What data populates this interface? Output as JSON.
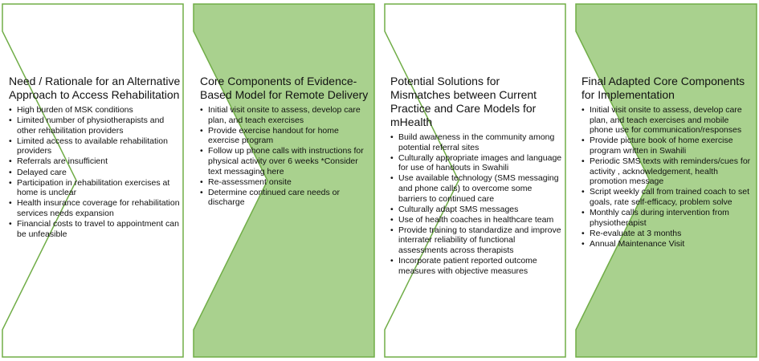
{
  "colors": {
    "white_fill": "#ffffff",
    "green_fill": "#a9d18e",
    "stroke": "#70ad47"
  },
  "panels": [
    {
      "title": "Need / Rationale for an Alternative Approach to Access Rehabilitation",
      "fill": "white",
      "items": [
        "High burden of MSK conditions",
        "Limited number of physiotherapists and other rehabilitation providers",
        "Limited access to available rehabilitation providers",
        "Referrals are insufficient",
        "Delayed care",
        "Participation in rehabilitation exercises at home is unclear",
        "Health insurance coverage for rehabilitation services needs expansion",
        "Financial costs to travel to appointment can be unfeasible"
      ]
    },
    {
      "title": "Core Components of Evidence-Based Model for Remote Delivery",
      "fill": "green",
      "items": [
        "Initial visit onsite to assess, develop care plan, and teach exercises",
        "Provide exercise handout for home exercise program",
        "Follow up phone calls with instructions for physical activity over 6 weeks *Consider text messaging here",
        "Re-assessment onsite",
        "Determine continued care needs or discharge"
      ]
    },
    {
      "title": "Potential Solutions for Mismatches between Current Practice and Care Models for mHealth",
      "fill": "white",
      "items": [
        "Build awareness in the community among potential referral sites",
        "Culturally appropriate images and language for use of handouts in Swahili",
        "Use available technology (SMS messaging and phone calls) to overcome some barriers to continued care",
        "Culturally adapt SMS messages",
        "Use of health coaches in healthcare team",
        "Provide training to standardize and improve interrater reliability of functional assessments across therapists",
        "Incorporate patient reported outcome measures with objective measures"
      ]
    },
    {
      "title": "Final Adapted Core Components for Implementation",
      "fill": "green",
      "items": [
        "Initial visit onsite to assess, develop care plan, and teach exercises and mobile phone use for communication/responses",
        "Provide picture book of home exercise program written in Swahili",
        "Periodic SMS texts with reminders/cues for activity , acknowledgement, health promotion message",
        "Script weekly call from trained coach to set goals, rate self-efficacy, problem solve",
        "Monthly calls during intervention from physiotherapist",
        "Re-evaluate at 3 months",
        "Annual Maintenance Visit"
      ]
    }
  ]
}
